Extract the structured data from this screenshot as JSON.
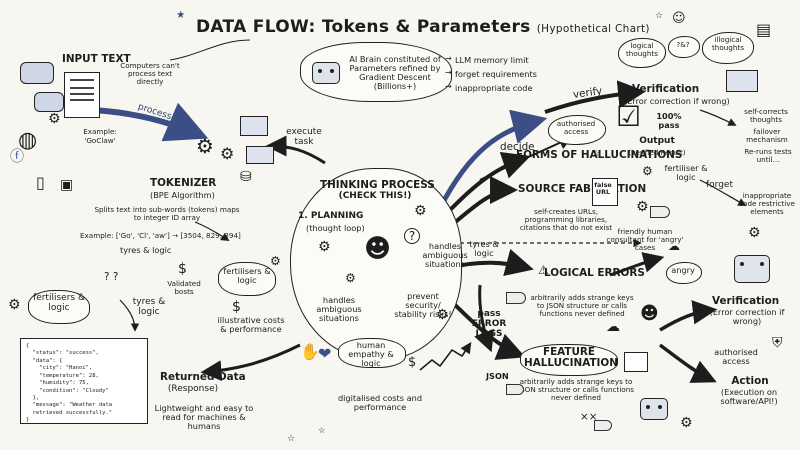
{
  "header": {
    "title": "DATA FLOW: Tokens & Parameters",
    "subtitle": "(Hypothetical Chart)"
  },
  "input": {
    "heading": "INPUT TEXT",
    "note": "Computers can't process text directly",
    "example_label": "Example:",
    "example_value": "'GoClaw'",
    "arrow_label": "process"
  },
  "brain": {
    "text": "AI Brain constituted of Parameters refined by Gradient Descent (Billions+)",
    "issues": [
      "LLM memory limit",
      "forget requirements",
      "inappropriate code"
    ]
  },
  "verification_top": {
    "arrow_label": "verify",
    "heading": "Verification",
    "sub": "(Error correction if wrong)",
    "thought_left": "logical thoughts",
    "thought_q": "?&?",
    "thought_right": "illogical thoughts",
    "pass": "100% pass",
    "output_label": "Output",
    "output_sub": "(verified Result)",
    "fertiliser": "fertiliser & logic",
    "right_notes": [
      "self-corrects thoughts",
      "failover mechanism",
      "Re-runs tests until..."
    ],
    "forget": "forget",
    "lower_notes": "inappropriate code restrictive elements"
  },
  "tokenizer": {
    "execute": "execute task",
    "heading": "TOKENIZER",
    "sub": "(BPE Algorithm)",
    "desc": "Splits text into sub-words (tokens) maps to integer ID array",
    "example_prefix": "Example: ['Go', 'Cl', 'aw'] → [3504, 829, 394]",
    "tyres": "tyres & logic",
    "validated": "Validated bosts",
    "fertilisers": "fertilisers & logic",
    "illustrative": "illustrative costs & performance"
  },
  "thinking": {
    "heading": "THINKING PROCESS",
    "check": "(CHECK THIS!)",
    "planning": "1. PLANNING",
    "loop": "(thought loop)",
    "handles_right": "handles ambiguous situations",
    "handles_left": "handles ambiguous situations",
    "prevent": "prevent security/ stability risks!",
    "empathy": "human empathy & logic",
    "digitalised": "digitalised costs and performance",
    "decide": "decide",
    "authorised": "authorised access"
  },
  "hallucinations": {
    "heading": "FORMS OF HALLUCINATIONS",
    "source_heading": "SOURCE FABRICATION",
    "source_desc": "self-creates URLs, programming libraries, citations that do not exist",
    "doc_badge": "false URL",
    "friendly": "friendly human consultant for 'angry' cases",
    "angry": "angry",
    "tyres": "tyres & logic",
    "logical_heading": "LOGICAL ERRORS",
    "logical_desc": "arbitrarily adds strange keys to JSON structure or calls functions never defined",
    "pass_logs": "pass ERROR LOGS",
    "feature_heading": "FEATURE HALLUCINATION",
    "feature_desc": "arbitrarily adds strange keys to JSON structure or calls functions never defined",
    "json_tag": "JSON",
    "verification_heading": "Verification",
    "verification_sub": "(Error correction if wrong)",
    "authorised": "authorised access",
    "action_heading": "Action",
    "action_sub": "(Execution on software/API!)"
  },
  "returned": {
    "fertilisers": "fertilisers & logic",
    "tyres": "tyres & logic",
    "json_lines": [
      "{",
      "  \"status\": \"success\",",
      "  \"data\": {",
      "    \"city\": \"Hanoi\",",
      "    \"temperature\": 28,",
      "    \"humidity\": 75,",
      "    \"condition\": \"Cloudy\"",
      "  },",
      "  \"message\": \"Weather data",
      "  retrieved successfully.\"",
      "}"
    ],
    "heading": "Returned Data",
    "sub": "(Response)",
    "desc": "Lightweight and easy to read for machines & humans"
  },
  "icons": {
    "stars": "star-icon",
    "chat": "chat-bubble-icon",
    "globe": "globe-icon",
    "gear": "gear-icon",
    "robot": "robot-icon",
    "coin": "dollar-coin-icon",
    "brain": "brain-icon",
    "check": "checkmark-icon",
    "chart": "line-chart-icon",
    "heart": "heart-icon"
  },
  "colors": {
    "ink": "#1d1d1d",
    "arrow_blue": "#3b4f86",
    "paper": "#f7f6f1"
  }
}
